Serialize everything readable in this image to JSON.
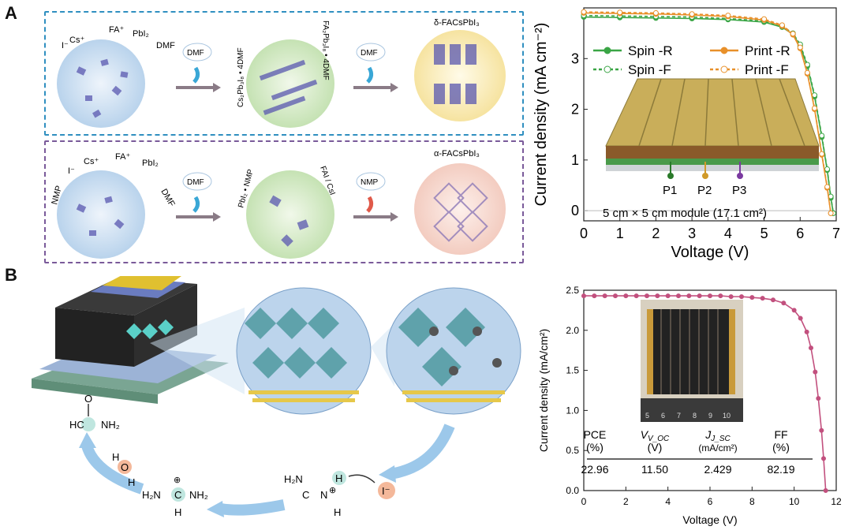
{
  "panel_letters": {
    "a": "A",
    "b": "B"
  },
  "schematic_top": {
    "left_labels": [
      "I⁻",
      "Cs⁺",
      "FA⁺",
      "PbI₂",
      "DMF"
    ],
    "solvent1": "DMF",
    "intermediate1": "Cs₂Pb₃I₈ • 4DMF",
    "intermediate2": "FA₂Pb₃I₈ • 4DMF",
    "solvent2": "DMF",
    "product": "δ-FACsPbI₃",
    "border_color": "#2f8fc0"
  },
  "schematic_bottom": {
    "left_labels": [
      "NMP",
      "I⁻",
      "Cs⁺",
      "FA⁺",
      "PbI₂",
      "DMF"
    ],
    "solvent1": "DMF",
    "intermediate1": "PbI₂ • NMP",
    "intermediate2": "FAI / CsI",
    "solvent2": "NMP",
    "product": "α-FACsPbI₃",
    "border_color": "#7a5a9a"
  },
  "panel_b": {
    "formamide": "HC",
    "formamide_suffix": "NH₂",
    "water_h1": "H",
    "water_o": "O",
    "water_h2": "H",
    "fa_left": "H₂N",
    "fa_right": "NH₂",
    "fa_c": "C",
    "fa_h": "H",
    "fa_plus": "⊕",
    "iodide": "I⁻",
    "nh_label": "H₂N",
    "nh_c": "C",
    "nh_n": "N",
    "nh_h": "H",
    "nh_h2": "H",
    "nh_plus": "⊕"
  },
  "chart_data": [
    {
      "type": "line",
      "xlabel": "Voltage (V)",
      "ylabel": "Current density (mA cm⁻²)",
      "xlim": [
        0,
        7
      ],
      "ylim": [
        -0.2,
        4.0
      ],
      "xticks": [
        0,
        1,
        2,
        3,
        4,
        5,
        6,
        7
      ],
      "yticks": [
        0,
        1,
        2,
        3
      ],
      "legend_position": "top",
      "annotation": "5 cm × 5 cm module (17.1 cm²)",
      "inset_labels": [
        "P1",
        "P2",
        "P3"
      ],
      "series": [
        {
          "name": "Spin -R",
          "color": "#3aa545",
          "style": "solid",
          "x": [
            0,
            1,
            2,
            3,
            4,
            5,
            5.5,
            5.8,
            6.0,
            6.2,
            6.4,
            6.6,
            6.75,
            6.85,
            6.92
          ],
          "y": [
            3.82,
            3.81,
            3.8,
            3.79,
            3.77,
            3.72,
            3.62,
            3.48,
            3.25,
            2.85,
            2.25,
            1.45,
            0.8,
            0.25,
            -0.05
          ]
        },
        {
          "name": "Spin -F",
          "color": "#3aa545",
          "style": "dashed",
          "x": [
            0,
            1,
            2,
            3,
            4,
            5,
            5.5,
            5.8,
            6.0,
            6.2,
            6.4,
            6.6,
            6.75,
            6.85,
            6.92
          ],
          "y": [
            3.85,
            3.84,
            3.83,
            3.82,
            3.79,
            3.74,
            3.64,
            3.5,
            3.28,
            2.88,
            2.28,
            1.48,
            0.82,
            0.28,
            -0.05
          ]
        },
        {
          "name": "Print -R",
          "color": "#e8902a",
          "style": "solid",
          "x": [
            0,
            1,
            2,
            3,
            4,
            5,
            5.5,
            5.8,
            6.0,
            6.2,
            6.4,
            6.6,
            6.75,
            6.85
          ],
          "y": [
            3.9,
            3.89,
            3.88,
            3.86,
            3.83,
            3.76,
            3.64,
            3.47,
            3.2,
            2.7,
            2.0,
            1.1,
            0.45,
            -0.05
          ]
        },
        {
          "name": "Print -F",
          "color": "#e8902a",
          "style": "dashed",
          "x": [
            0,
            1,
            2,
            3,
            4,
            5,
            5.5,
            5.8,
            6.0,
            6.2,
            6.4,
            6.6,
            6.75,
            6.85
          ],
          "y": [
            3.92,
            3.91,
            3.9,
            3.88,
            3.85,
            3.78,
            3.66,
            3.49,
            3.22,
            2.72,
            2.02,
            1.12,
            0.47,
            -0.05
          ]
        }
      ]
    },
    {
      "type": "line",
      "xlabel": "Voltage (V)",
      "ylabel": "Current density (mA/cm²)",
      "xlim": [
        0,
        12
      ],
      "ylim": [
        0,
        2.5
      ],
      "xticks": [
        0,
        2,
        4,
        6,
        8,
        10,
        12
      ],
      "yticks": [
        0.0,
        0.5,
        1.0,
        1.5,
        2.0,
        2.5
      ],
      "series": [
        {
          "name": "",
          "color": "#c2507e",
          "x": [
            0,
            0.5,
            1,
            1.5,
            2,
            2.5,
            3,
            3.5,
            4,
            4.5,
            5,
            5.5,
            6,
            6.5,
            7,
            7.5,
            8,
            8.5,
            9,
            9.5,
            10,
            10.3,
            10.6,
            10.8,
            11.0,
            11.15,
            11.3,
            11.4,
            11.5
          ],
          "y": [
            2.43,
            2.43,
            2.43,
            2.43,
            2.43,
            2.43,
            2.43,
            2.43,
            2.43,
            2.43,
            2.43,
            2.43,
            2.43,
            2.43,
            2.42,
            2.42,
            2.41,
            2.4,
            2.38,
            2.34,
            2.25,
            2.15,
            1.98,
            1.78,
            1.48,
            1.15,
            0.75,
            0.4,
            0.0
          ]
        }
      ],
      "table": {
        "headers": [
          "PCE",
          "V_OC",
          "J_SC",
          "FF"
        ],
        "units": [
          "(%)",
          "(V)",
          "(mA/cm²)",
          "(%)"
        ],
        "values": [
          "22.96",
          "11.50",
          "2.429",
          "82.19"
        ]
      },
      "ruler_ticks": [
        "5",
        "6",
        "7",
        "8",
        "9",
        "10"
      ]
    }
  ]
}
